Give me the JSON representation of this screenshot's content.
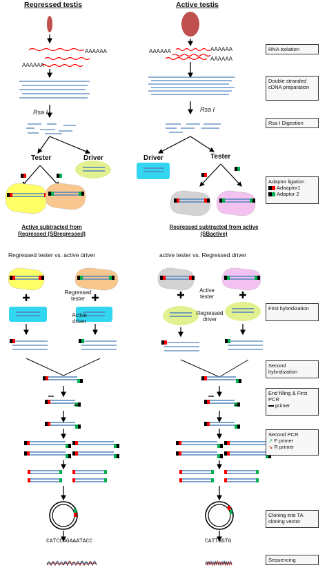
{
  "titles": {
    "left": "Regressed testis",
    "right": "Active testis"
  },
  "labels": {
    "rsa_left": "Rsa I",
    "rsa_right": "Rsa I",
    "tester_left": "Tester",
    "driver_left": "Driver",
    "driver_right": "Driver",
    "tester_right": "Tester",
    "polyA": "AAAAAA"
  },
  "subtitles": {
    "left": "Active subtracted from Regressed (SBregressed)",
    "right": "Regressed subtracted from active (SBactive)"
  },
  "comparisons": {
    "left": "Regressed tester vs. active driver",
    "right": "active  tester vs. Regressed driver"
  },
  "hyb_labels": {
    "regressed_tester": "Regressed tester",
    "active_driver": "Active driver",
    "active_tester": "Active tester",
    "regressed_driver": "Regressed driver"
  },
  "steps": [
    "RNA isolation",
    "Double stranded cDNA preparation",
    "Rsa I Digestion",
    "Adaptor ligation",
    "First hybridization",
    "Second hybridization",
    "End filling & First PCR",
    "Second PCR",
    "Cloning into TA cloning vector",
    "Sequencing"
  ],
  "legend": {
    "adaptor1": "Adaaptor1",
    "adaptor2": "Adaptor 2",
    "primer": "primer",
    "f_primer": "F primer",
    "r_primer": "R primer"
  },
  "sequences": {
    "left": "CATCCAGAAATACC",
    "right": "CATTGGTG"
  },
  "colors": {
    "testis": "#c0504d",
    "mrna": "#ff0000",
    "cdna": "#4f81bd",
    "adaptor1": "#ff0000",
    "adaptor2": "#00b050",
    "tester_yellow": "#ffff66",
    "tester_orange": "#f9c78e",
    "tester_grey": "#d3d3d3",
    "tester_pink": "#f4c2f0",
    "driver_green": "#e2f08f",
    "driver_cyan": "#33d6f0"
  }
}
